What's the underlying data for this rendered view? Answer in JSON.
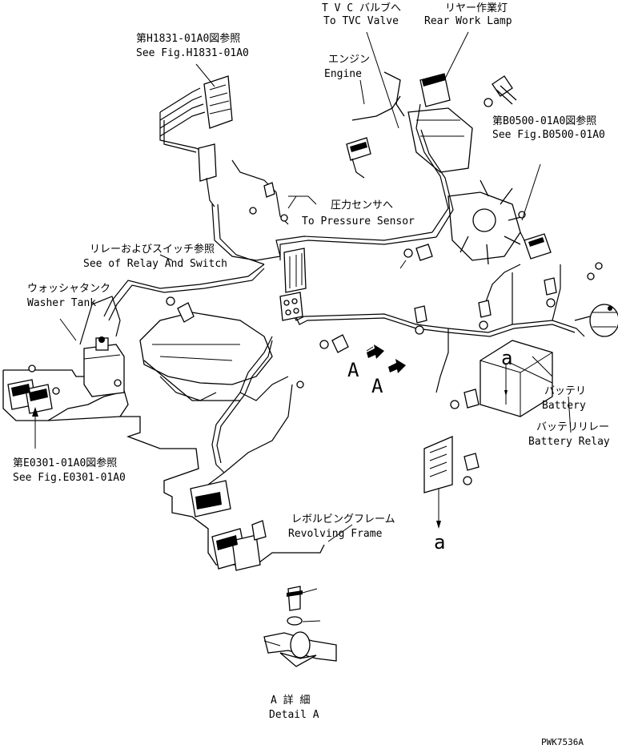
{
  "callouts": {
    "tvc_valve_jp": "T V C バルブへ",
    "tvc_valve_en": "To TVC Valve",
    "rear_work_lamp_jp": "リヤー作業灯",
    "rear_work_lamp_en": "Rear Work Lamp",
    "fig_h1831_jp": "第H1831-01A0図参照",
    "fig_h1831_en": "See Fig.H1831-01A0",
    "engine_jp": "エンジン",
    "engine_en": "Engine",
    "fig_b0500_jp": "第B0500-01A0図参照",
    "fig_b0500_en": "See Fig.B0500-01A0",
    "pressure_sensor_jp": "圧力センサへ",
    "pressure_sensor_en": "To Pressure Sensor",
    "relay_switch_jp": "リレーおよびスイッチ参照",
    "relay_switch_en": "See of Relay And Switch",
    "washer_tank_jp": "ウォッシャタンク",
    "washer_tank_en": "Washer Tank",
    "battery_jp": "バッテリ",
    "battery_en": "Battery",
    "battery_relay_jp": "バッテリリレー",
    "battery_relay_en": "Battery Relay",
    "fig_e0301_jp": "第E0301-01A0図参照",
    "fig_e0301_en": "See Fig.E0301-01A0",
    "revolving_frame_jp": "レボルビングフレーム",
    "revolving_frame_en": "Revolving Frame",
    "detail_a_jp": "A 詳 細",
    "detail_a_en": "Detail A",
    "view_letter_a": "A",
    "view_letter_small_a": "a",
    "drawing_number": "PWK7536A"
  }
}
